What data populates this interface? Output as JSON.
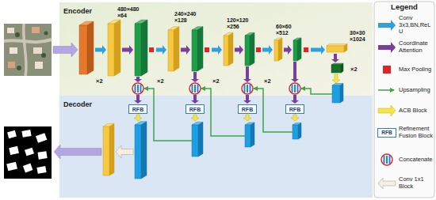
{
  "diagram": {
    "nodes": [
      {
        "text": [
          "Encoder"
        ]
      },
      {
        "text": [
          "Decoder"
        ]
      },
      {
        "text": [
          "RFB"
        ],
        "in": 1
      },
      {
        "text": [
          "RFB"
        ],
        "in": 1
      },
      {
        "text": [
          "RFB"
        ],
        "in": 1
      },
      {
        "text": [
          "RFB"
        ],
        "in": 1
      }
    ],
    "labels": [
      "480×480 ×64",
      "240×240 ×128",
      "120×120 ×256",
      "60×60 ×512",
      "30×30 ×1024",
      "×2",
      "×2",
      "×2",
      "×2",
      "×2",
      "Legend",
      "RFB"
    ],
    "legend": [
      {
        "text": "Conv 3x3,BN,ReLU"
      },
      {
        "text": "Coordinate Attention"
      },
      {
        "text": "Max Pooling",
        "color": "#e3222b"
      },
      {
        "text": "Upsampling"
      },
      {
        "text": "ACB Block"
      },
      {
        "text": "Refinement Fusion Block"
      },
      {
        "text": "Concatenate"
      },
      {
        "text": "Conv 1x1 Block"
      }
    ]
  }
}
